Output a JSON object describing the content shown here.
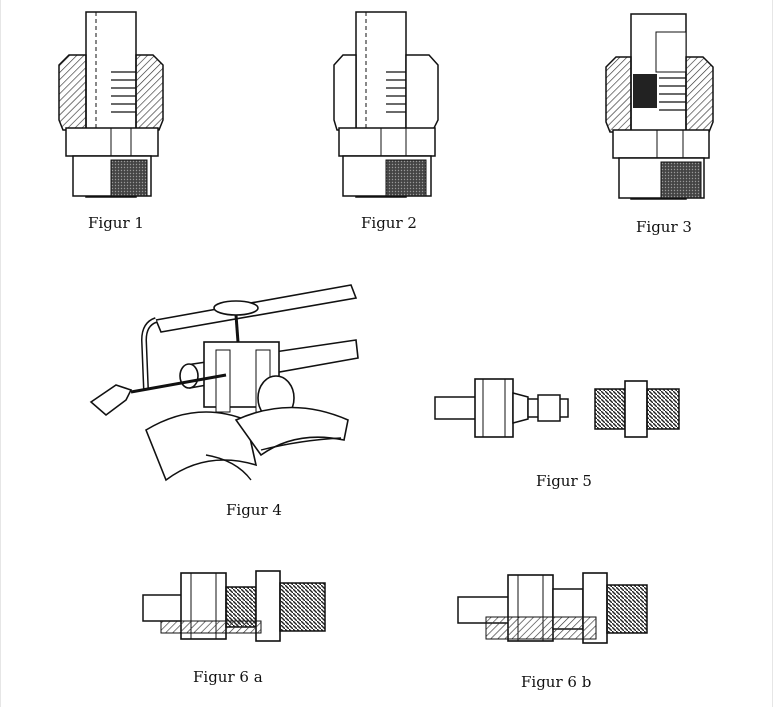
{
  "figures": [
    {
      "id": "figur-1",
      "caption": "Figur 1"
    },
    {
      "id": "figur-2",
      "caption": "Figur 2"
    },
    {
      "id": "figur-3",
      "caption": "Figur 3"
    },
    {
      "id": "figur-4",
      "caption": "Figur 4"
    },
    {
      "id": "figur-5",
      "caption": "Figur 5"
    },
    {
      "id": "figur-6a",
      "caption": "Figur 6 a"
    },
    {
      "id": "figur-6b",
      "caption": "Figur 6 b"
    }
  ],
  "colors": {
    "ink": "#111111",
    "background": "#ffffff",
    "hatch": "#333333"
  }
}
